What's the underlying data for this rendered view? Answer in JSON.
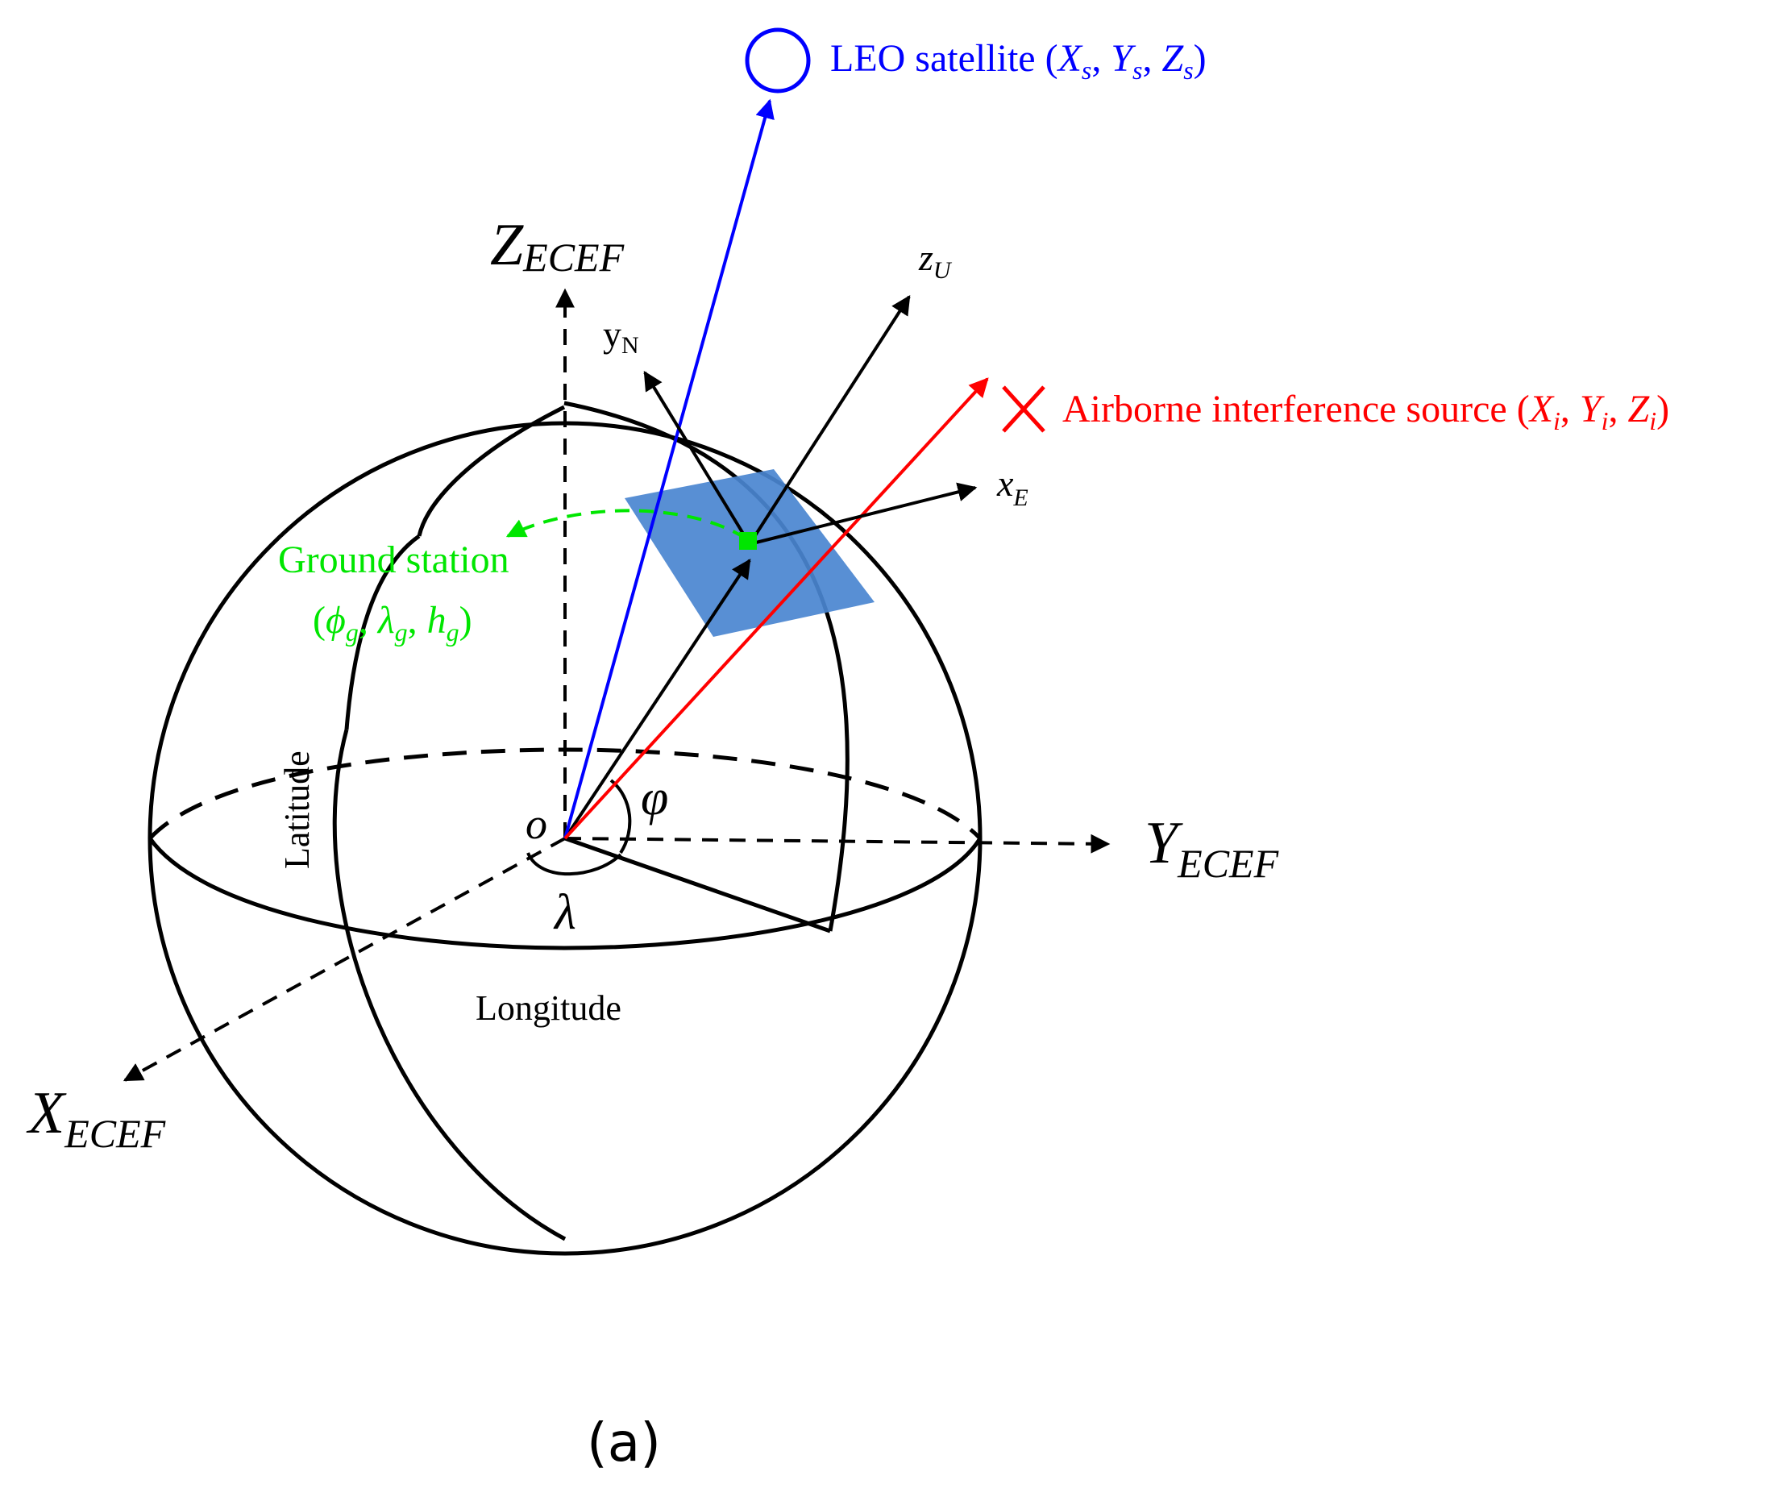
{
  "colors": {
    "ink": "#000000",
    "satellite": "#0000ff",
    "interference": "#ff0000",
    "ground_station": "#00e600",
    "tangent_plane": "#4a86d0"
  },
  "icons": {
    "satellite": "circle",
    "interference_source": "cross",
    "ground_station": "square-marker"
  },
  "axes": {
    "z": {
      "main": "Z",
      "sub": "ECEF"
    },
    "y": {
      "main": "Y",
      "sub": "ECEF"
    },
    "x": {
      "main": "X",
      "sub": "ECEF"
    }
  },
  "local_frame": {
    "up": {
      "main": "z",
      "sub": "U"
    },
    "north": {
      "main": "y",
      "sub": "N"
    },
    "east": {
      "main": "x",
      "sub": "E"
    }
  },
  "symbols": {
    "origin": "o",
    "latitude_angle": "φ",
    "longitude_angle": "λ"
  },
  "sphere_labels": {
    "latitude": "Latitude",
    "longitude": "Longitude"
  },
  "satellite": {
    "name": "LEO satellite (",
    "x": "X",
    "x_sub": "s",
    "sep1": ", ",
    "y": "Y",
    "y_sub": "s",
    "sep2": ", ",
    "z": "Z",
    "z_sub": "s",
    "close": ")"
  },
  "interference": {
    "name": "Airborne interference source (",
    "x": "X",
    "x_sub": "i",
    "sep1": ", ",
    "y": "Y",
    "y_sub": "i",
    "sep2": ", ",
    "z": "Z",
    "z_sub": "i",
    "close": ")"
  },
  "ground_station": {
    "name": "Ground station",
    "open": "(",
    "lat": "ϕ",
    "lat_sub": "g",
    "sep1": ", ",
    "lon": "λ",
    "lon_sub": "g",
    "sep2": ", ",
    "h": "h",
    "h_sub": "g",
    "close": ")"
  },
  "caption": "(a)"
}
